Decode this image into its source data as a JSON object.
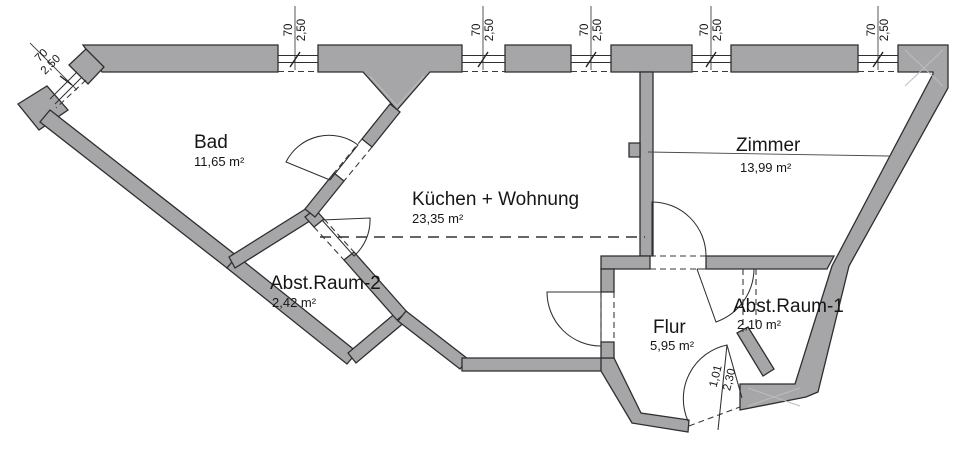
{
  "drawing": {
    "rooms": [
      {
        "name": "Bad",
        "area": "11,65 m²"
      },
      {
        "name": "Küchen + Wohnung",
        "area": "23,35 m²"
      },
      {
        "name": "Zimmer",
        "area": "13,99 m²"
      },
      {
        "name": "Abst.Raum-2",
        "area": "2,42 m²"
      },
      {
        "name": "Abst.Raum-1",
        "area": "2,10 m²"
      },
      {
        "name": "Flur",
        "area": "5,95 m²"
      }
    ],
    "windows": [
      {
        "width": "70",
        "height": "2,50"
      },
      {
        "width": "70",
        "height": "2,50"
      },
      {
        "width": "70",
        "height": "2,50"
      },
      {
        "width": "70",
        "height": "2,50"
      },
      {
        "width": "70",
        "height": "2,50"
      },
      {
        "width": "70",
        "height": "2,50"
      }
    ],
    "entrance_door": {
      "width": "1,01",
      "height": "2,30"
    },
    "colors": {
      "wall": "#a6a6a8",
      "outline": "#2e2e2e",
      "background": "#ffffff"
    }
  }
}
